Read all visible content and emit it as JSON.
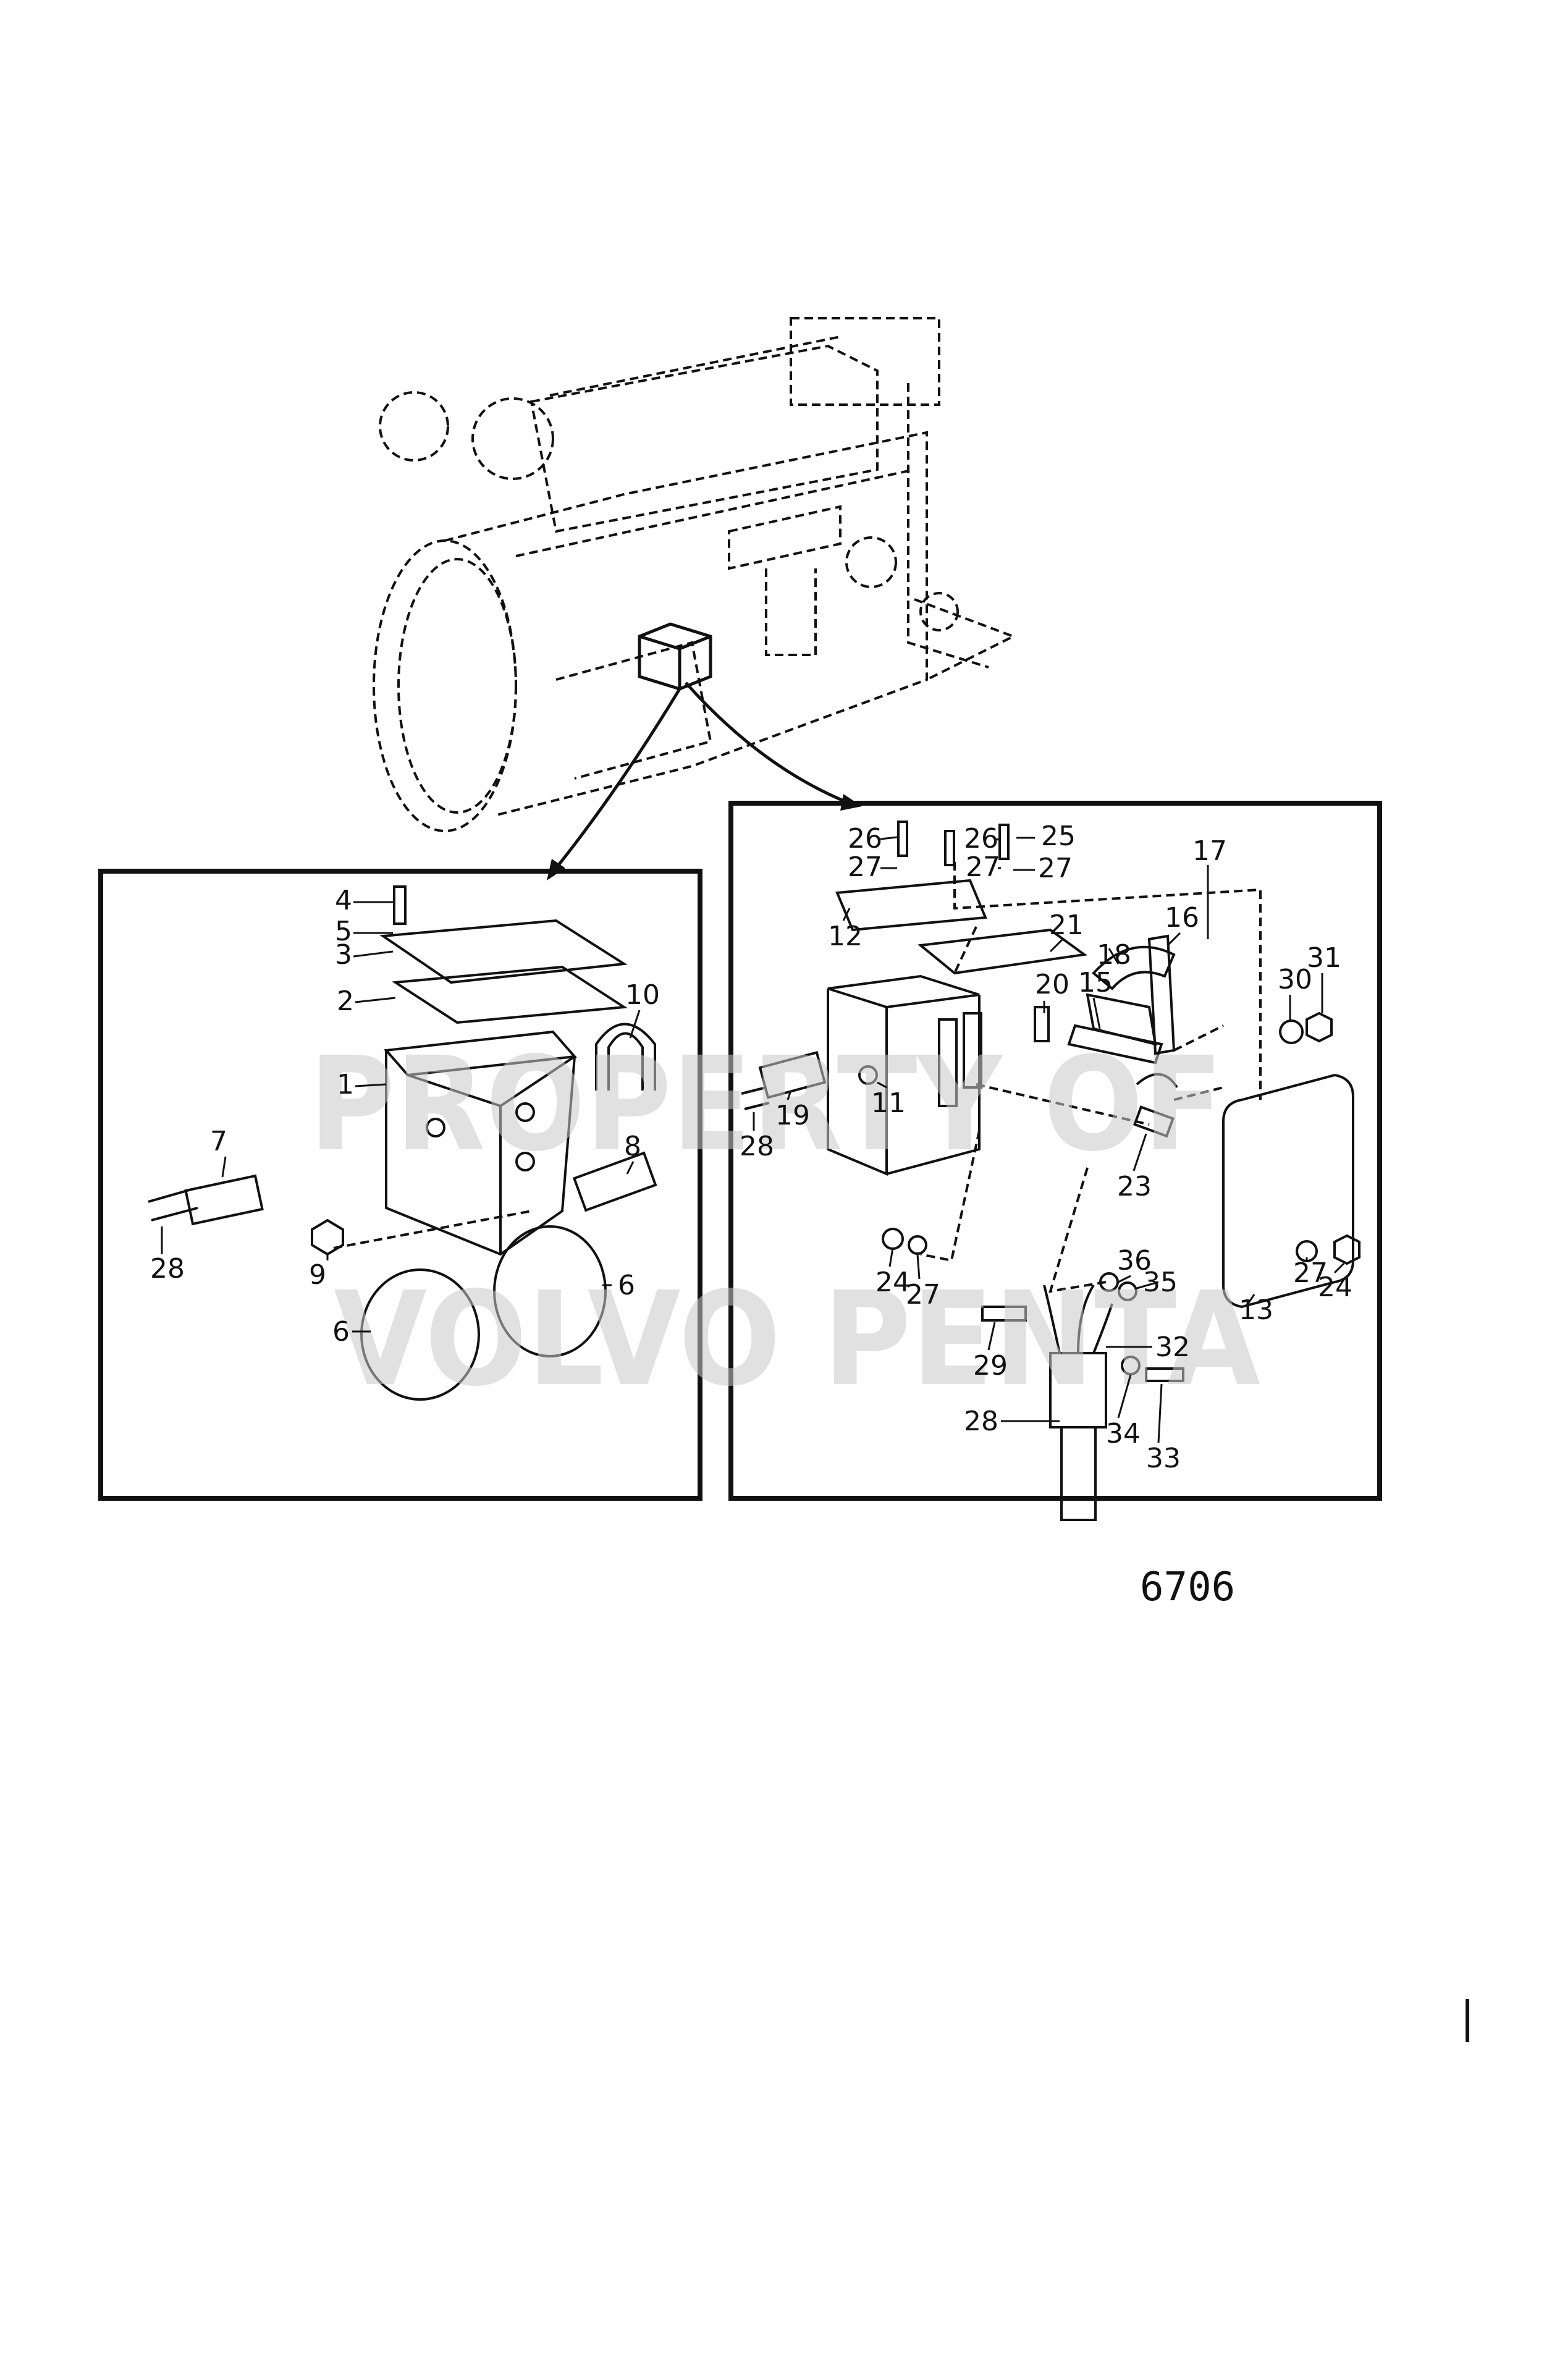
{
  "watermark": {
    "line1": "PROPERTY OF",
    "line2": "VOLVO PENTA"
  },
  "figure_number": "6706",
  "left_panel": {
    "labels": [
      "4",
      "5",
      "3",
      "2",
      "1",
      "10",
      "7",
      "8",
      "9",
      "28",
      "6",
      "6"
    ]
  },
  "right_panel": {
    "labels": [
      "26",
      "26",
      "25",
      "27",
      "27",
      "27",
      "17",
      "12",
      "21",
      "18",
      "16",
      "20",
      "15",
      "30",
      "31",
      "11",
      "19",
      "28",
      "23",
      "24",
      "27",
      "36",
      "35",
      "29",
      "32",
      "13",
      "27",
      "24",
      "28",
      "34",
      "33"
    ]
  },
  "colors": {
    "ink": "#111111",
    "watermark": "#c9c9c9",
    "background": "#ffffff"
  }
}
